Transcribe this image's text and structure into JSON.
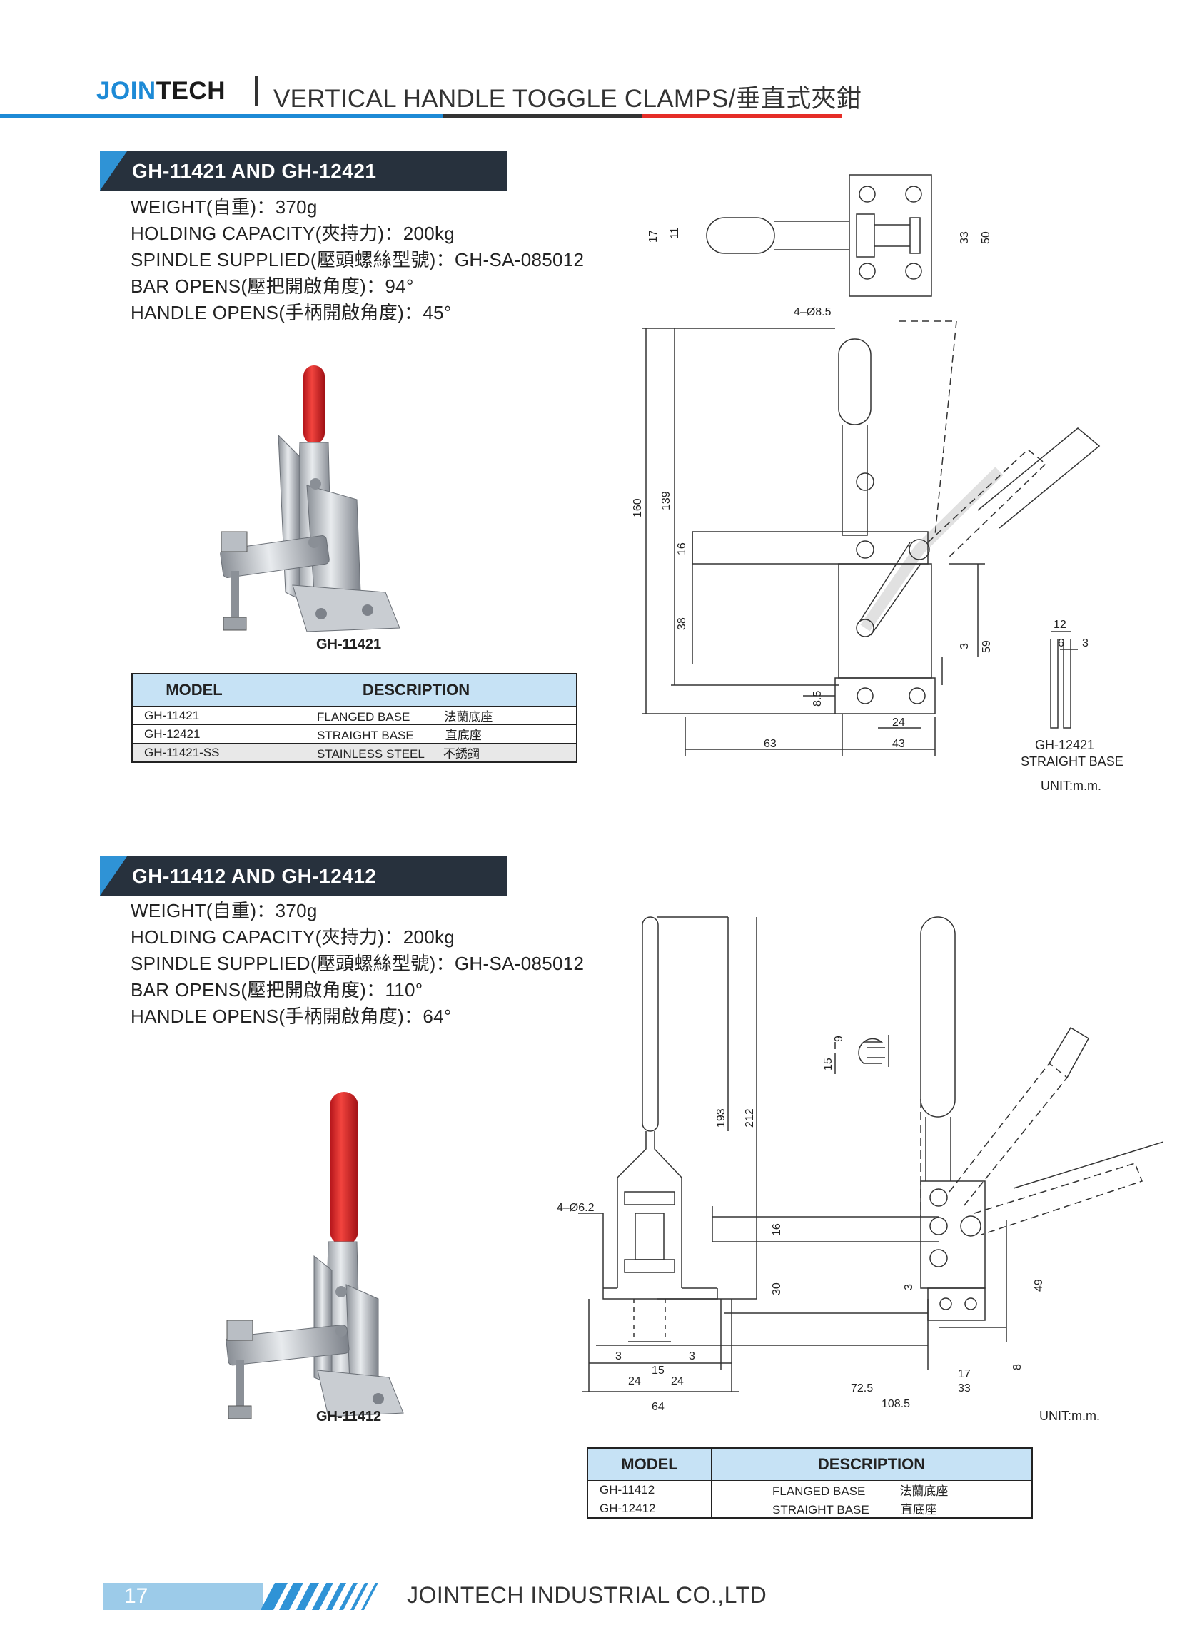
{
  "header": {
    "brand_a": "JOIN",
    "brand_b": "TECH",
    "title": "VERTICAL HANDLE TOGGLE CLAMPS/垂直式夾鉗"
  },
  "sections": [
    {
      "band": "GH-11421 AND GH-12421",
      "specs": [
        "WEIGHT(自重)：370g",
        "HOLDING CAPACITY(夾持力)：200kg",
        "SPINDLE SUPPLIED(壓頭螺絲型號)：GH-SA-085012",
        "BAR OPENS(壓把開啟角度)：94°",
        "HANDLE OPENS(手柄開啟角度)：45°"
      ],
      "photo_caption": "GH-11421",
      "table": {
        "headers": [
          "MODEL",
          "DESCRIPTION"
        ],
        "rows": [
          {
            "model": "GH-11421",
            "desc": "FLANGED BASE",
            "zh": "法蘭底座"
          },
          {
            "model": "GH-12421",
            "desc": "STRAIGHT BASE",
            "zh": "直底座"
          },
          {
            "model": "GH-11421-SS",
            "desc": "STAINLESS STEEL",
            "zh": "不銹鋼"
          }
        ]
      },
      "drawing": {
        "dims": [
          "17",
          "11",
          "33",
          "50",
          "4–Ø8.5",
          "160",
          "139",
          "16",
          "38",
          "3",
          "59",
          "8.5",
          "24",
          "63",
          "43",
          "12",
          "6",
          "3"
        ],
        "variant_label_1": "GH-12421",
        "variant_label_2": "STRAIGHT BASE",
        "unit": "UNIT:m.m."
      }
    },
    {
      "band": "GH-11412 AND GH-12412",
      "specs": [
        "WEIGHT(自重)：370g",
        "HOLDING CAPACITY(夾持力)：200kg",
        "SPINDLE SUPPLIED(壓頭螺絲型號)：GH-SA-085012",
        "BAR OPENS(壓把開啟角度)：110°",
        "HANDLE OPENS(手柄開啟角度)：64°"
      ],
      "photo_caption": "GH-11412",
      "table": {
        "headers": [
          "MODEL",
          "DESCRIPTION"
        ],
        "rows": [
          {
            "model": "GH-11412",
            "desc": "FLANGED BASE",
            "zh": "法蘭底座"
          },
          {
            "model": "GH-12412",
            "desc": "STRAIGHT BASE",
            "zh": "直底座"
          }
        ]
      },
      "drawing": {
        "dims": [
          "193",
          "212",
          "4–Ø6.2",
          "3",
          "15",
          "3",
          "24",
          "24",
          "64",
          "9",
          "15",
          "16",
          "30",
          "3",
          "49",
          "17",
          "33",
          "8",
          "72.5",
          "108.5"
        ],
        "unit": "UNIT:m.m."
      }
    }
  ],
  "footer": {
    "page": "17",
    "company": "JOINTECH INDUSTRIAL CO.,LTD"
  },
  "colors": {
    "brand_blue": "#1d8ad6",
    "band_dark": "#27313d",
    "accent_red": "#e52d27",
    "table_header": "#c6e2f5"
  }
}
